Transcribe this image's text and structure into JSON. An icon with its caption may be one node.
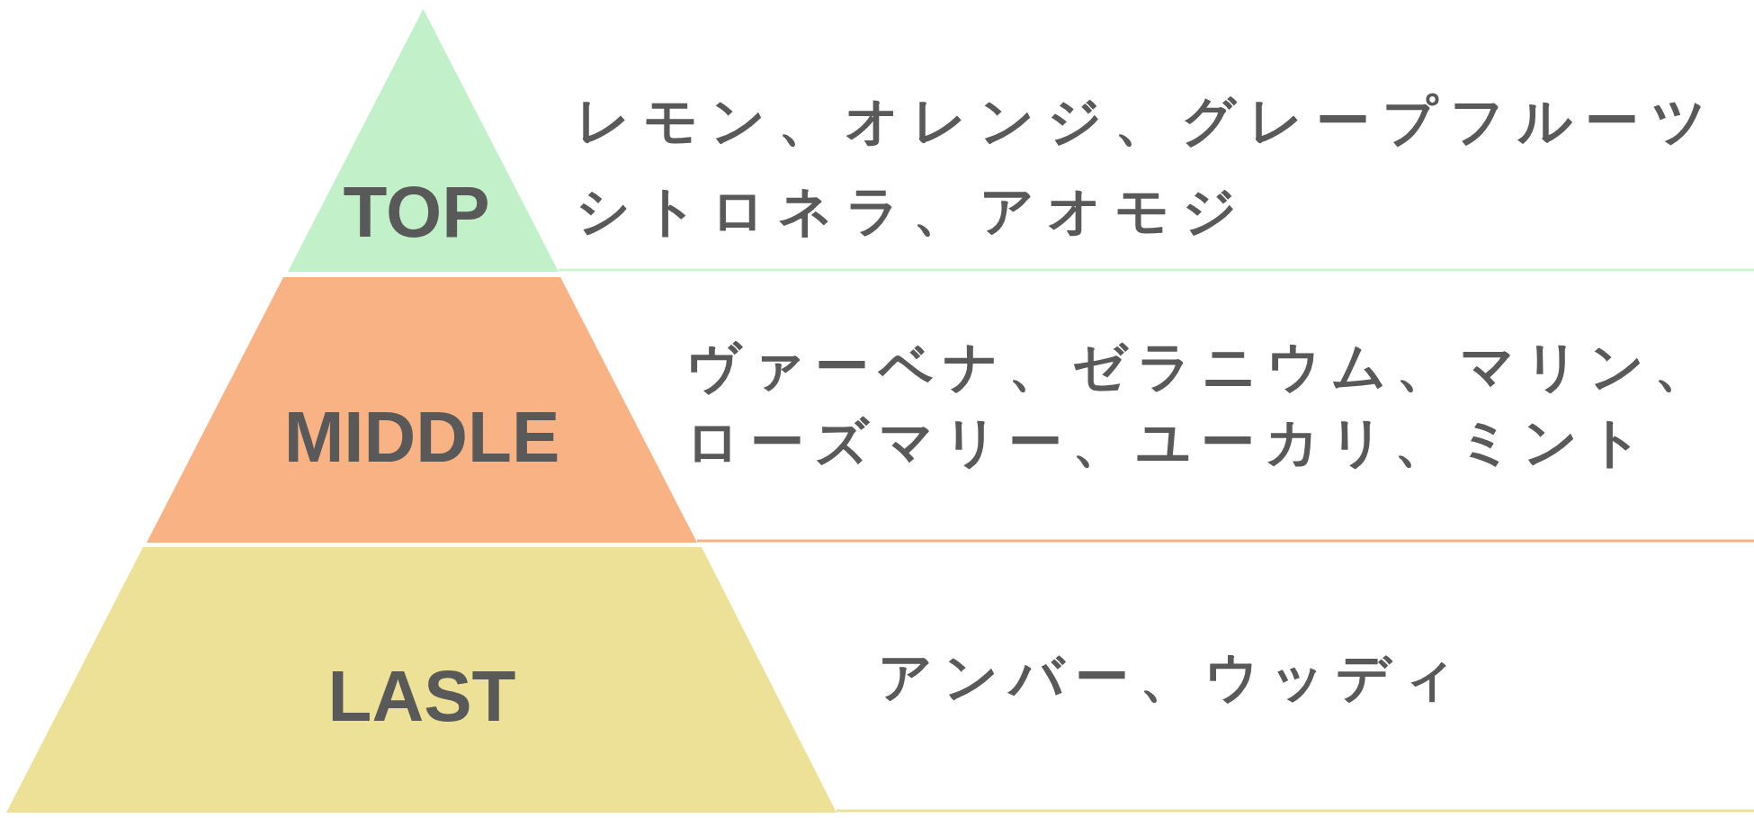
{
  "diagram": {
    "nodes": [
      {
        "text": [
          "TOP"
        ],
        "beside": [
          "レモン、オレンジ、グレープフルーツシトロネラ、アオモジ"
        ]
      },
      {
        "text": [
          "MIDDLE"
        ],
        "beside": [
          "ヴァーベナ、ゼラニウム、マリン、ローズマリー、ユーカリ、ミント"
        ]
      },
      {
        "text": [
          "LAST"
        ],
        "beside": [
          "アンバー、ウッディ"
        ]
      }
    ],
    "edges": []
  }
}
